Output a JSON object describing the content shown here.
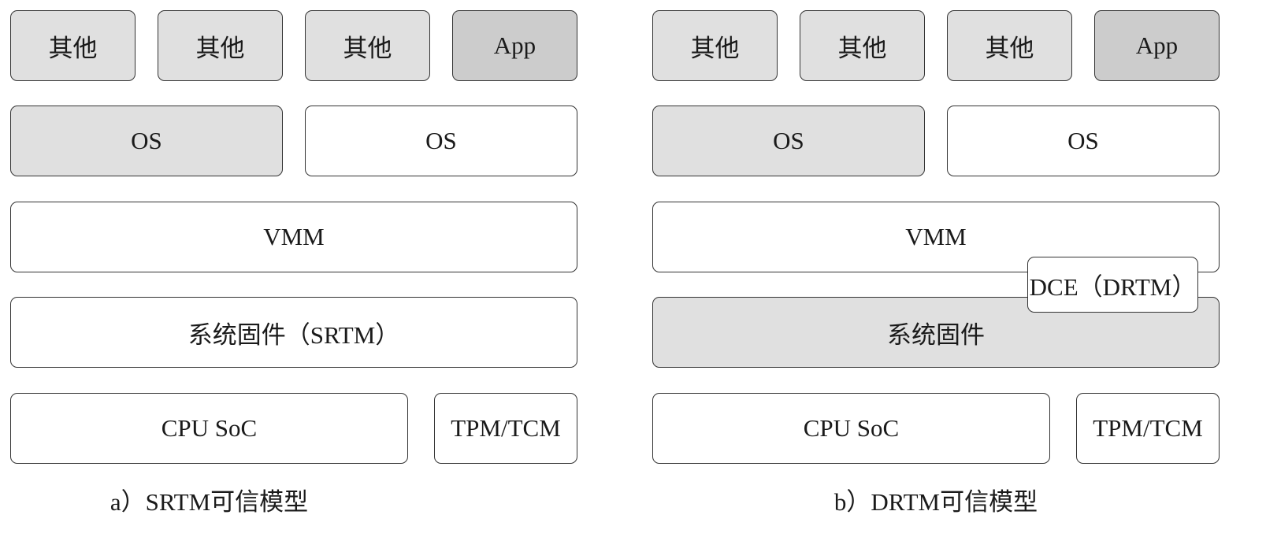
{
  "panel_a": {
    "apps": [
      "其他",
      "其他",
      "其他",
      "App"
    ],
    "os": [
      "OS",
      "OS"
    ],
    "vmm": "VMM",
    "firmware": "系统固件（SRTM）",
    "cpu": "CPU SoC",
    "tpm": "TPM/TCM",
    "caption": "a）SRTM可信模型"
  },
  "panel_b": {
    "apps": [
      "其他",
      "其他",
      "其他",
      "App"
    ],
    "os": [
      "OS",
      "OS"
    ],
    "vmm": "VMM",
    "dce": "DCE（DRTM）",
    "firmware": "系统固件",
    "cpu": "CPU SoC",
    "tpm": "TPM/TCM",
    "caption": "b）DRTM可信模型"
  }
}
